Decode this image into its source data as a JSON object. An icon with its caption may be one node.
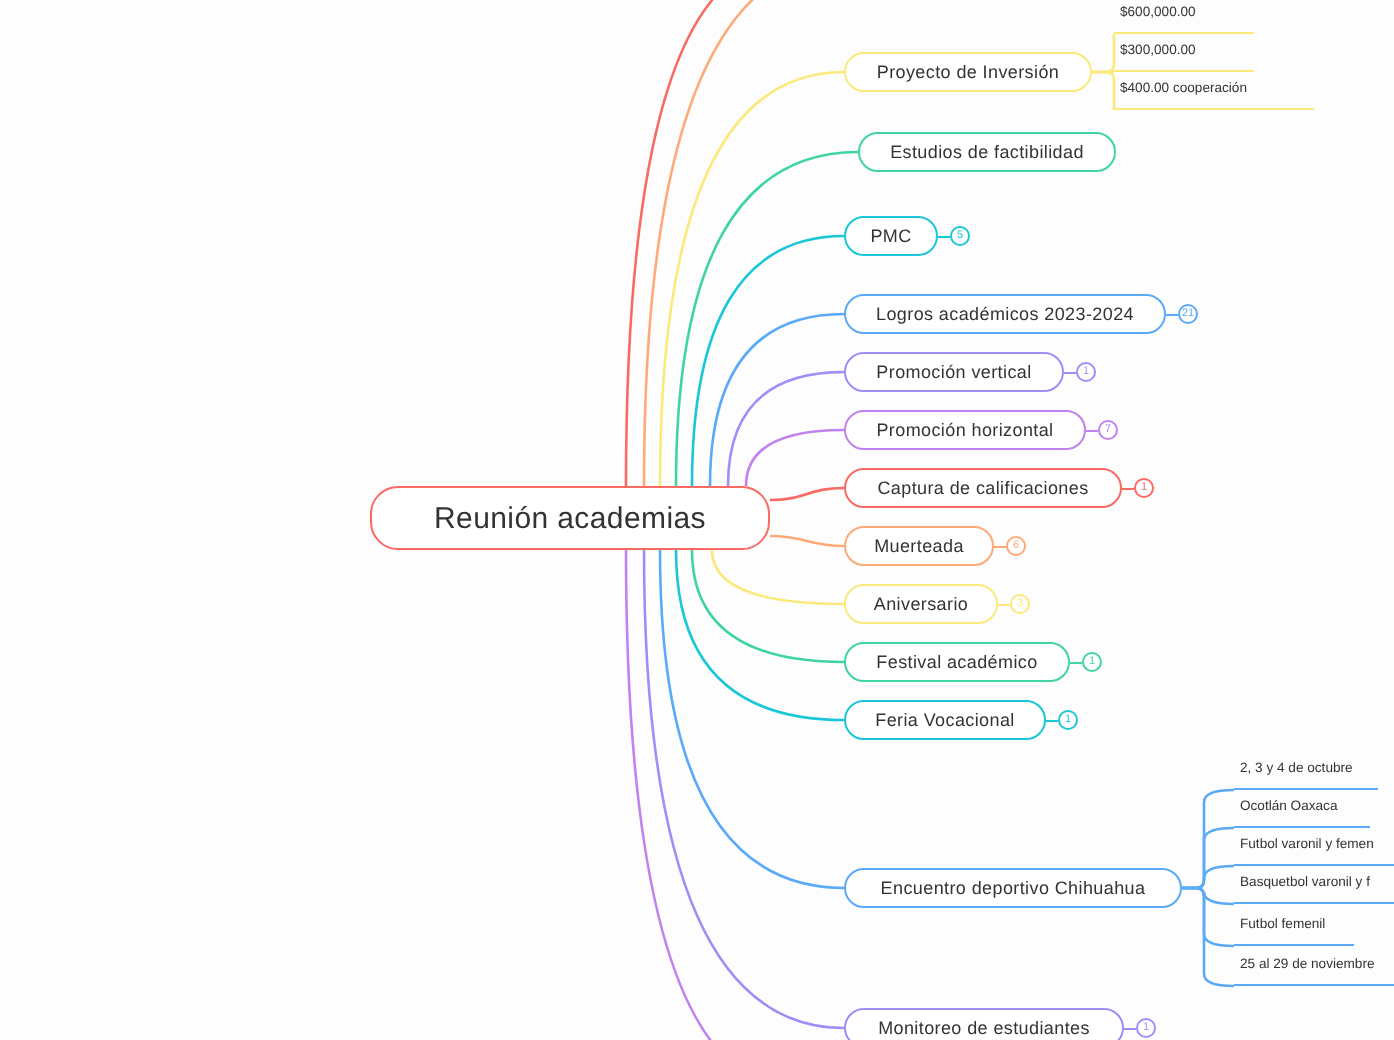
{
  "diagram": {
    "nodes": [
      {
        "text": [
          "Reunión academias"
        ]
      },
      {
        "text": [
          "Proyecto de Inversión"
        ]
      },
      {
        "text": [
          "$600,000.00"
        ]
      },
      {
        "text": [
          "$300,000.00"
        ]
      },
      {
        "text": [
          "$400.00 cooperación"
        ]
      },
      {
        "text": [
          "Estudios de factibilidad"
        ]
      },
      {
        "text": [
          "PMC"
        ],
        "beside": [
          "5"
        ]
      },
      {
        "text": [
          "Logros académicos 2023-2024"
        ],
        "beside": [
          "21"
        ]
      },
      {
        "text": [
          "Promoción vertical"
        ],
        "beside": [
          "1"
        ]
      },
      {
        "text": [
          "Promoción horizontal"
        ],
        "beside": [
          "7"
        ]
      },
      {
        "text": [
          "Captura de calificaciones"
        ],
        "beside": [
          "1"
        ]
      },
      {
        "text": [
          "Muerteada"
        ],
        "beside": [
          "6"
        ]
      },
      {
        "text": [
          "Aniversario"
        ],
        "beside": [
          "3"
        ]
      },
      {
        "text": [
          "Festival académico"
        ],
        "beside": [
          "1"
        ]
      },
      {
        "text": [
          "Feria Vocacional"
        ],
        "beside": [
          "1"
        ]
      },
      {
        "text": [
          "Encuentro deportivo  Chihuahua"
        ]
      },
      {
        "text": [
          "2, 3 y 4 de octubre"
        ]
      },
      {
        "text": [
          "Ocotlán Oaxaca"
        ]
      },
      {
        "text": [
          "Futbol varonil y femen"
        ]
      },
      {
        "text": [
          "Basquetbol varonil y f"
        ]
      },
      {
        "text": [
          "Futbol femenil"
        ]
      },
      {
        "text": [
          "25 al 29 de noviembre"
        ]
      },
      {
        "text": [
          "Monitoreo de estudiantes"
        ],
        "beside": [
          "1"
        ]
      }
    ],
    "edges": [
      {
        "from": 0,
        "to": null,
        "arrow": "none",
        "color": "#f96a63"
      },
      {
        "from": 0,
        "to": null,
        "arrow": "none",
        "color": "#fdaa77"
      },
      {
        "from": 0,
        "to": 1,
        "arrow": "none",
        "color": "#fbe97a"
      },
      {
        "from": 1,
        "to": 2,
        "arrow": "none",
        "color": "#fbe97a"
      },
      {
        "from": 1,
        "to": 3,
        "arrow": "none",
        "color": "#fbe97a"
      },
      {
        "from": 1,
        "to": 4,
        "arrow": "none",
        "color": "#fbe97a"
      },
      {
        "from": 0,
        "to": 5,
        "arrow": "none",
        "color": "#3fd4a0"
      },
      {
        "from": 0,
        "to": 6,
        "arrow": "none",
        "color": "#1ac7d6"
      },
      {
        "from": 0,
        "to": 7,
        "arrow": "none",
        "color": "#5aaaf7"
      },
      {
        "from": 0,
        "to": 8,
        "arrow": "none",
        "color": "#9e8ff7"
      },
      {
        "from": 0,
        "to": 9,
        "arrow": "none",
        "color": "#c082ee"
      },
      {
        "from": 0,
        "to": 10,
        "arrow": "none",
        "color": "#f96a63"
      },
      {
        "from": 0,
        "to": 11,
        "arrow": "none",
        "color": "#fdaa77"
      },
      {
        "from": 0,
        "to": 12,
        "arrow": "none",
        "color": "#fbe97a"
      },
      {
        "from": 0,
        "to": 13,
        "arrow": "none",
        "color": "#3fd4a0"
      },
      {
        "from": 0,
        "to": 14,
        "arrow": "none",
        "color": "#1ac7d6"
      },
      {
        "from": 0,
        "to": 15,
        "arrow": "none",
        "color": "#5aaaf7"
      },
      {
        "from": 15,
        "to": 16,
        "arrow": "none",
        "color": "#5aaaf7"
      },
      {
        "from": 15,
        "to": 17,
        "arrow": "none",
        "color": "#5aaaf7"
      },
      {
        "from": 15,
        "to": 18,
        "arrow": "none",
        "color": "#5aaaf7"
      },
      {
        "from": 15,
        "to": 19,
        "arrow": "none",
        "color": "#5aaaf7"
      },
      {
        "from": 15,
        "to": 20,
        "arrow": "none",
        "color": "#5aaaf7"
      },
      {
        "from": 15,
        "to": 21,
        "arrow": "none",
        "color": "#5aaaf7"
      },
      {
        "from": 0,
        "to": 22,
        "arrow": "none",
        "color": "#9e8ff7"
      },
      {
        "from": 0,
        "to": null,
        "arrow": "none",
        "color": "#c082ee"
      }
    ]
  }
}
